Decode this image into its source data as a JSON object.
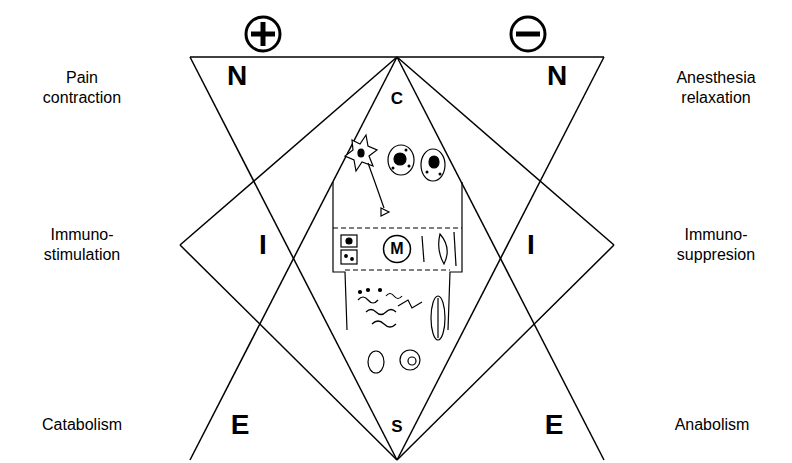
{
  "diagram": {
    "nodes": [
      {
        "text": [
          "M"
        ]
      }
    ],
    "labels": [
      "Pain contraction",
      "N",
      "N",
      "Anesthesia relaxation",
      "C",
      "Immuno- stimulation",
      "I",
      "I",
      "Immuno- suppresion",
      "Catabolism",
      "E",
      "E",
      "Anabolism",
      "S"
    ]
  }
}
